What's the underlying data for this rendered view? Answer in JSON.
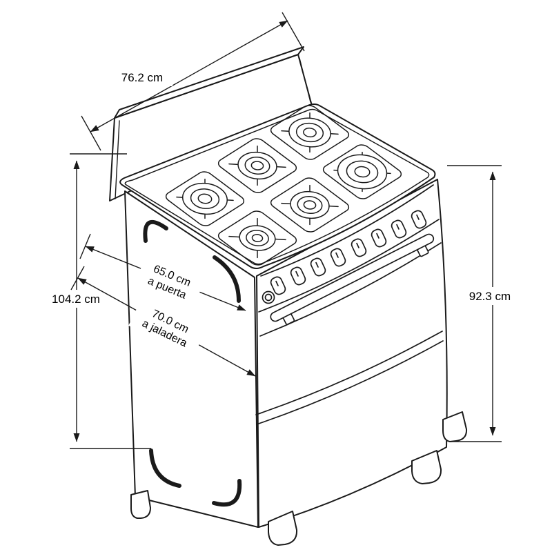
{
  "diagram": {
    "background": "#ffffff",
    "line_color": "#1a1a1a",
    "subject": "six-burner gas range isometric dimension drawing",
    "annotations": {
      "width": "76.2 cm",
      "total_height": "104.2 cm",
      "depth_to_door": "65.0 cm",
      "depth_to_door_note": "a puerta",
      "depth_to_handle": "70.0 cm",
      "depth_to_handle_note": "a jaladera",
      "cooktop_height": "92.3 cm"
    },
    "features": {
      "burners": 6,
      "control_knobs": 8
    }
  }
}
